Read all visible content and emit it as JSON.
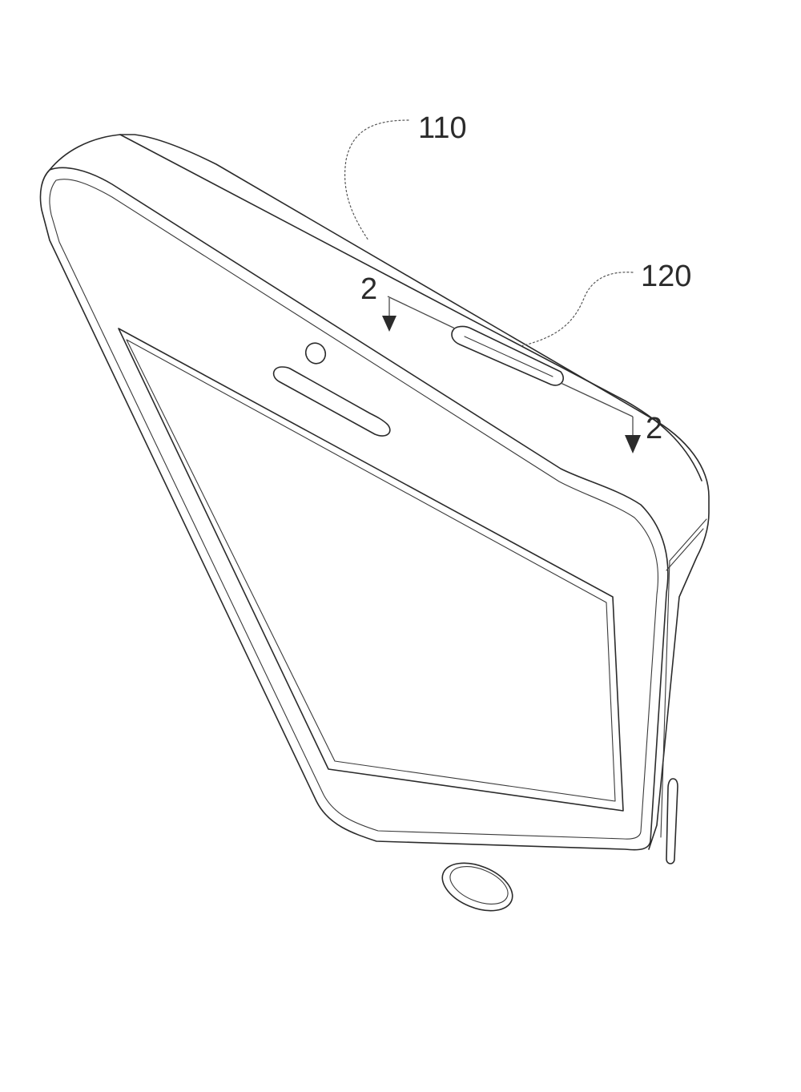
{
  "figure": {
    "reference_numerals": {
      "device": "110",
      "button": "120"
    },
    "section_marks": {
      "left": "2",
      "right": "2"
    }
  }
}
